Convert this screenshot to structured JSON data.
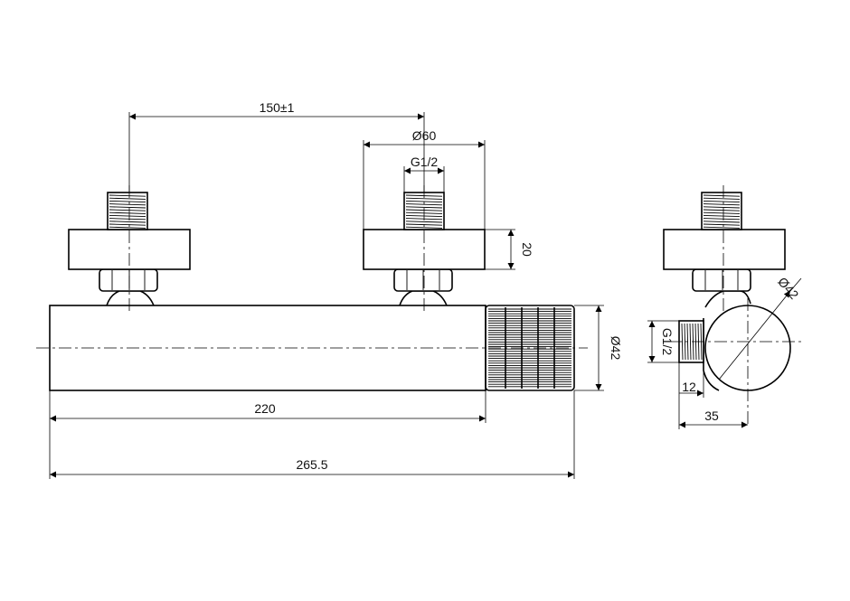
{
  "dimensions": {
    "pipe_spacing": "150±1",
    "flange_diameter": "Ø60",
    "thread_size": "G1/2",
    "flange_height": "20",
    "body_diameter": "Ø42",
    "body_length": "220",
    "overall_length": "265.5",
    "side_thread": "G1/2",
    "side_thread_length": "12",
    "side_offset": "35",
    "side_body_diameter": "Ø42"
  },
  "colors": {
    "line": "#000000",
    "background": "#ffffff"
  }
}
